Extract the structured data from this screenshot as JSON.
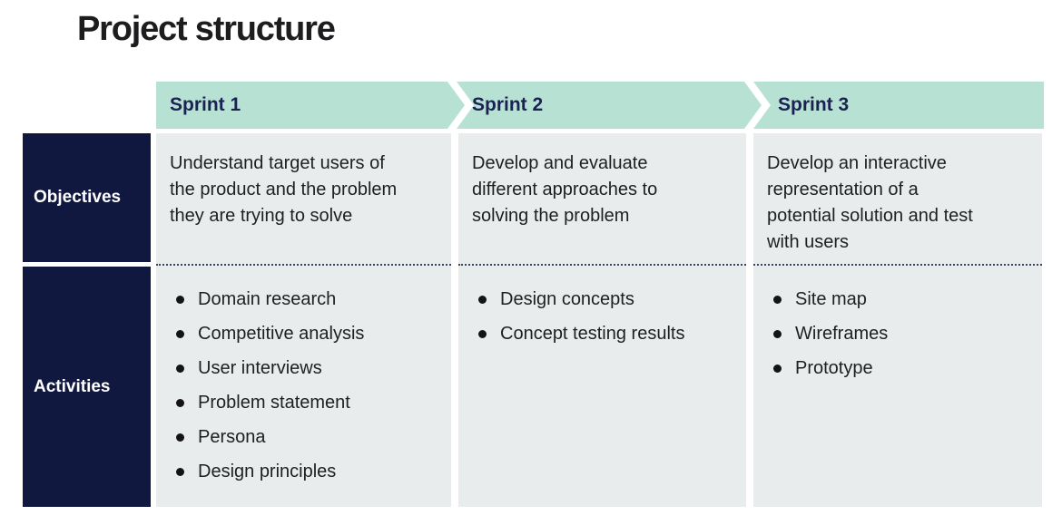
{
  "slide": {
    "title": "Project structure"
  },
  "colors": {
    "background": "#ffffff",
    "title_text": "#1d1d1f",
    "header_fill": "#b7e2d3",
    "header_text": "#1b2153",
    "row_label_fill": "#111840",
    "row_label_text": "#ffffff",
    "cell_fill": "#e8ecec",
    "body_text": "#1e1f21",
    "divider": "#3d4263",
    "bullet": "#141414"
  },
  "rows": [
    {
      "label": "Objectives"
    },
    {
      "label": "Activities"
    }
  ],
  "sprints": [
    {
      "name": "Sprint 1",
      "objective": "Understand target users of\nthe product and the problem\nthey are trying to solve",
      "activities": [
        "Domain research",
        "Competitive analysis",
        "User interviews",
        "Problem statement",
        "Persona",
        "Design principles"
      ]
    },
    {
      "name": "Sprint 2",
      "objective": "Develop and evaluate\ndifferent approaches to\nsolving the problem",
      "activities": [
        "Design concepts",
        "Concept testing results"
      ]
    },
    {
      "name": "Sprint 3",
      "objective": "Develop an interactive\nrepresentation of a\npotential solution and test\nwith users",
      "activities": [
        "Site map",
        "Wireframes",
        "Prototype"
      ]
    }
  ]
}
